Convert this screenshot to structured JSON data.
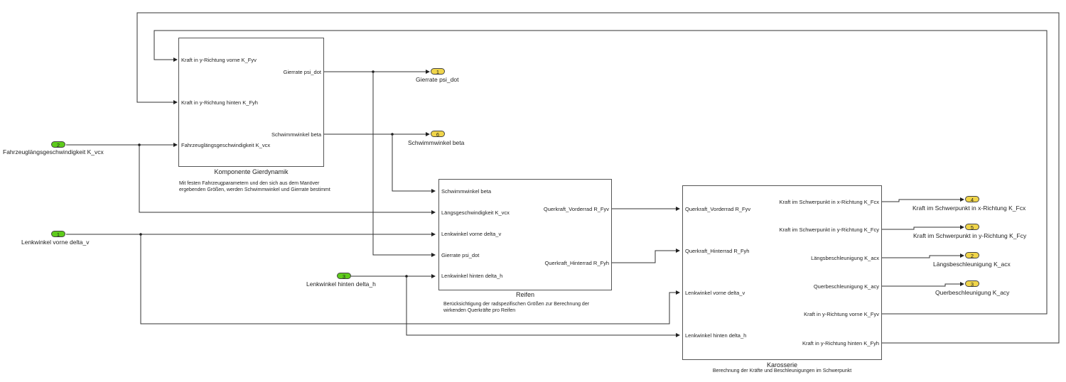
{
  "colors": {
    "inport_fill": "#5ecb1b",
    "outport_fill": "#f0d54a",
    "line": "#333333"
  },
  "inports": [
    {
      "number": "2",
      "label": "Fahrzeuglängsgeschwindigkeit K_vcx"
    },
    {
      "number": "1",
      "label": "Lenkwinkel vorne delta_v"
    },
    {
      "number": "3",
      "label": "Lenkwinkel hinten delta_h"
    }
  ],
  "outports": [
    {
      "number": "1",
      "label": "Gierrate psi_dot"
    },
    {
      "number": "6",
      "label": "Schwimmwinkel beta"
    },
    {
      "number": "4",
      "label": "Kraft im Schwerpunkt in x-Richtung K_Fcx"
    },
    {
      "number": "5",
      "label": "Kraft im Schwerpunkt in y-Richtung K_Fcy"
    },
    {
      "number": "2",
      "label": "Längsbeschleunigung K_acx"
    },
    {
      "number": "3",
      "label": "Querbeschleunigung K_acy"
    }
  ],
  "blocks": {
    "gierdynamik": {
      "title": "Komponente Gierdynamik",
      "description_lines": [
        "Mit festen Fahrzeugparametern und den sich aus dem Manöver",
        "ergebenden Größen, werden Schwimmwinkel und Gierrate bestimmt"
      ],
      "inputs": [
        "Kraft in y-Richtung vorne K_Fyv",
        "Kraft in y-Richtung hinten K_Fyh",
        "Fahrzeuglängsgeschwindigkeit K_vcx"
      ],
      "outputs": [
        "Gierrate psi_dot",
        "Schwimmwinkel beta"
      ]
    },
    "reifen": {
      "title": "Reifen",
      "description_lines": [
        "Berücksichtigung der radspezifischen Größen zur Berechnung der",
        "wirkenden Querkräfte pro Reifen"
      ],
      "inputs": [
        "Schwimmwinkel beta",
        "Längsgeschwindigkeit K_vcx",
        "Lenkwinkel vorne delta_v",
        "Gierrate psi_dot",
        "Lenkwinkel hinten delta_h"
      ],
      "outputs": [
        "Querkraft_Vorderrad R_Fyv",
        "Querkraft_Hinterrad R_Fyh"
      ]
    },
    "karosserie": {
      "title": "Karosserie",
      "description_lines": [
        "Berechnung der Kräfte und Beschleunigungen im Schwerpunkt"
      ],
      "inputs": [
        "Querkraft_Vorderrad R_Fyv",
        "Querkraft_Hinterrad R_Fyh",
        "Lenkwinkel vorne delta_v",
        "Lenkwinkel hinten delta_h"
      ],
      "outputs": [
        "Kraft im Schwerpunkt in x-Richtung K_Fcx",
        "Kraft im Schwerpunkt in y-Richtung K_Fcy",
        "Längsbeschleunigung K_acx",
        "Querbeschleunigung K_acy",
        "Kraft in y-Richtung vorne K_Fyv",
        "Kraft in y-Richtung hinten K_Fyh"
      ]
    }
  }
}
